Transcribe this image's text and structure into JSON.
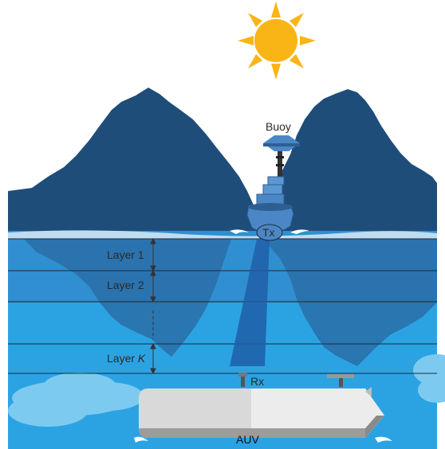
{
  "labels": {
    "buoy": "Buoy",
    "tx": "Tx",
    "rx": "Rx",
    "auv": "AUV",
    "layer_1": "Layer 1",
    "layer_2": "Layer 2",
    "layer_k_prefix": "Layer ",
    "layer_k_var": "K"
  },
  "colors": {
    "sky": "#ffffff",
    "sun": "#f9b516",
    "mountain": "#1f4d7a",
    "water_top": "#2f8fd0",
    "water_deep": "#2ba3e3",
    "buoy": "#4b87c6",
    "beam": "#1f5fa8",
    "auv_body": "#d9d9d9",
    "cloud": "#ffffff",
    "underwater_cloud": "#7dcaf0"
  }
}
